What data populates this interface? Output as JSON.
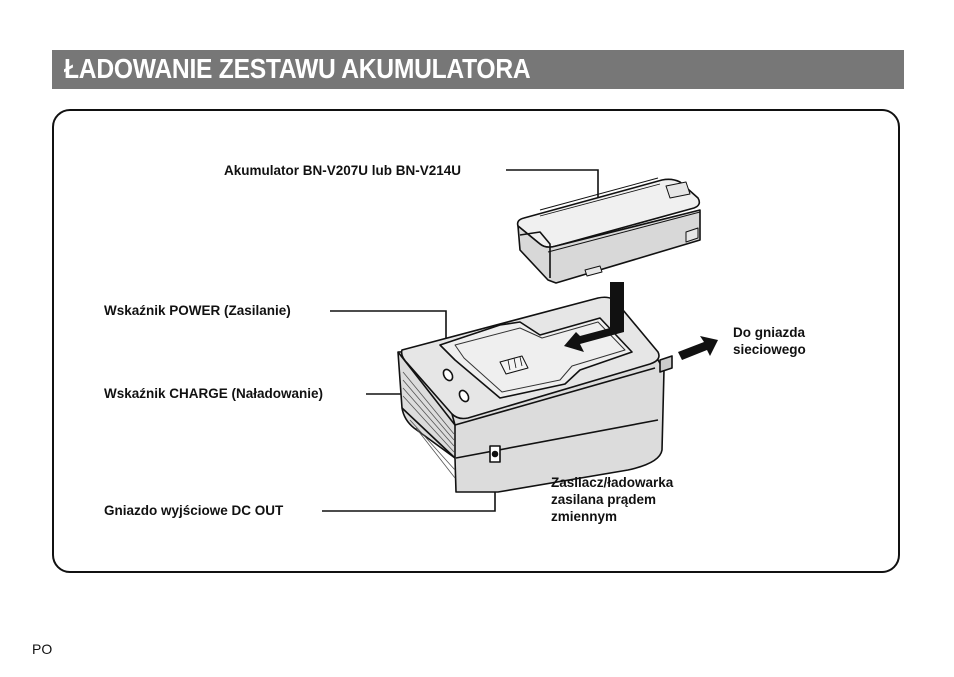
{
  "header": {
    "title": "ŁADOWANIE ZESTAWU AKUMULATORA"
  },
  "diagram": {
    "labels": {
      "battery": "Akumulator BN-V207U lub BN-V214U",
      "power_indicator": "Wskaźnik POWER (Zasilanie)",
      "charge_indicator": "Wskaźnik CHARGE (Naładowanie)",
      "dc_out": "Gniazdo wyjściowe DC OUT",
      "outlet_line1": "Do gniazda",
      "outlet_line2": "sieciowego",
      "adapter_line1": "Zasilacz/ładowarka",
      "adapter_line2": "zasilana prądem",
      "adapter_line3": "zmiennym"
    }
  },
  "footer": {
    "page_code": "PO"
  }
}
